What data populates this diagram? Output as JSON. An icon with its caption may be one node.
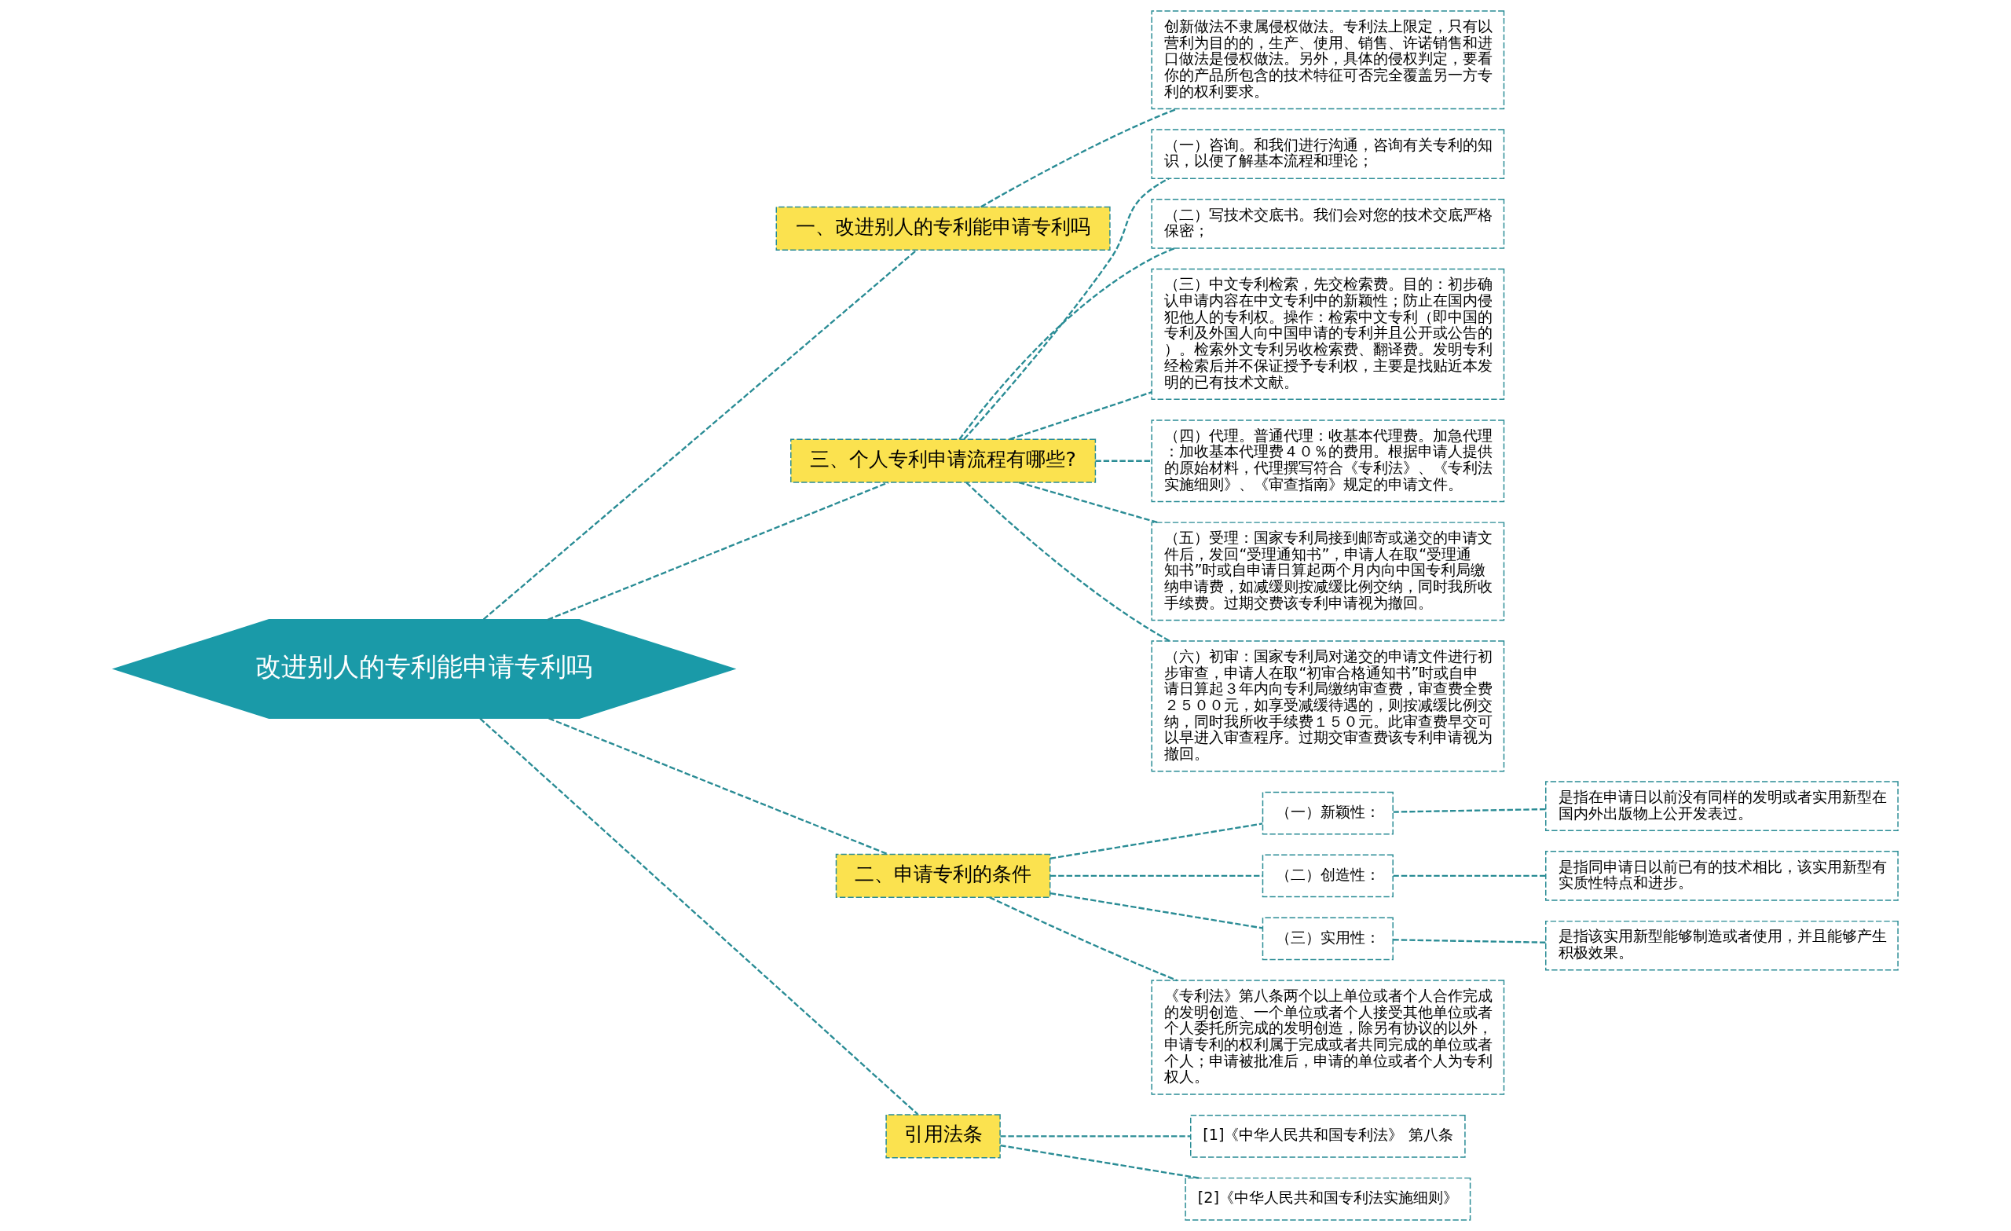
{
  "diagram": {
    "nodes": [
      {
        "text": [
          "改进别人的专利能申请专利吗"
        ]
      },
      {
        "text": [
          "一、改进别人的专利能申请专利吗"
        ]
      },
      {
        "text": [
          "创新做法不隶属侵权做法。专利法上限定，只有以营利为目的的，生产、使用、销售、许诺销售和进口做法是侵权做法。另外，具体的侵权判定，要看你的产品所包含的技术特征可否完全覆盖另一方专利的权利要求。"
        ]
      },
      {
        "text": [
          "三、个人专利申请流程有哪些?"
        ]
      },
      {
        "text": [
          "（一）咨询。和我们进行沟通，咨询有关专利的知识，以便了解基本流程和理论；"
        ]
      },
      {
        "text": [
          "（二）写技术交底书。我们会对您的技术交底严格保密；"
        ]
      },
      {
        "text": [
          "（三）中文专利检索，先交检索费。目的：初步确认申请内容在中文专利中的新颖性；防止在国内侵犯他人的专利权。操作：检索中文专利（即中国的专利及外国人向中国申请的专利并且公开或公告的）。检索外文专利另收检索费、翻译费。发明专利经检索后并不保证授予专利权，主要是找贴近本发明的已有技术文献。"
        ]
      },
      {
        "text": [
          "（四）代理。普通代理：收基本代理费。加急代理：加收基本代理费４０％的费用。根据申请人提供的原始材料，代理撰写符合《专利法》、《专利法实施细则》、《审查指南》规定的申请文件。"
        ]
      },
      {
        "text": [
          "（五）受理：国家专利局接到邮寄或递交的申请文件后，发回“受理通知书”，申请人在取“受理通知书”时或自申请日算起两个月内向中国专利局缴纳申请费，如减缓则按减缓比例交纳，同时我所收手续费。过期交费该专利申请视为撤回。"
        ]
      },
      {
        "text": [
          "（六）初审：国家专利局对递交的申请文件进行初步审查，申请人在取“初审合格通知书”时或自申请日算起３年内向专利局缴纳审查费，审查费全费２５００元，如享受减缓待遇的，则按减缓比例交纳，同时我所收手续费１５０元。此审查费早交可以早进入审查程序。过期交审查费该专利申请视为撤回。"
        ]
      },
      {
        "text": [
          "二、申请专利的条件"
        ]
      },
      {
        "text": [
          "（一）新颖性："
        ]
      },
      {
        "text": [
          "是指在申请日以前没有同样的发明或者实用新型在国内外出版物上公开发表过。"
        ]
      },
      {
        "text": [
          "（二）创造性："
        ]
      },
      {
        "text": [
          "是指同申请日以前已有的技术相比，该实用新型有实质性特点和进步。"
        ]
      },
      {
        "text": [
          "（三）实用性："
        ]
      },
      {
        "text": [
          "是指该实用新型能够制造或者使用，并且能够产生积极效果。"
        ]
      },
      {
        "text": [
          "《专利法》第八条两个以上单位或者个人合作完成的发明创造、一个单位或者个人接受其他单位或者个人委托所完成的发明创造，除另有协议的以外，申请专利的权利属于完成或者共同完成的单位或者个人；申请被批准后，申请的单位或者个人为专利权人。"
        ]
      },
      {
        "text": [
          "引用法条"
        ]
      },
      {
        "text": [
          "[1]《中华人民共和国专利法》 第八条"
        ]
      },
      {
        "text": [
          "[2]《中华人民共和国专利法实施细则》"
        ]
      }
    ],
    "edges": [
      {
        "from": 0,
        "to": 1,
        "arrow": "none",
        "style": "dashed"
      },
      {
        "from": 1,
        "to": 2,
        "arrow": "none",
        "style": "dashed"
      },
      {
        "from": 0,
        "to": 3,
        "arrow": "none",
        "style": "dashed"
      },
      {
        "from": 3,
        "to": 4,
        "arrow": "none",
        "style": "dashed"
      },
      {
        "from": 3,
        "to": 5,
        "arrow": "none",
        "style": "dashed"
      },
      {
        "from": 3,
        "to": 6,
        "arrow": "none",
        "style": "dashed"
      },
      {
        "from": 3,
        "to": 7,
        "arrow": "none",
        "style": "dashed"
      },
      {
        "from": 3,
        "to": 8,
        "arrow": "none",
        "style": "dashed"
      },
      {
        "from": 3,
        "to": 9,
        "arrow": "none",
        "style": "dashed"
      },
      {
        "from": 0,
        "to": 10,
        "arrow": "none",
        "style": "dashed"
      },
      {
        "from": 10,
        "to": 11,
        "arrow": "none",
        "style": "dashed"
      },
      {
        "from": 11,
        "to": 12,
        "arrow": "none",
        "style": "dashed"
      },
      {
        "from": 10,
        "to": 13,
        "arrow": "none",
        "style": "dashed"
      },
      {
        "from": 13,
        "to": 14,
        "arrow": "none",
        "style": "dashed"
      },
      {
        "from": 10,
        "to": 15,
        "arrow": "none",
        "style": "dashed"
      },
      {
        "from": 15,
        "to": 16,
        "arrow": "none",
        "style": "dashed"
      },
      {
        "from": 10,
        "to": 17,
        "arrow": "none",
        "style": "dashed"
      },
      {
        "from": 0,
        "to": 18,
        "arrow": "none",
        "style": "dashed"
      },
      {
        "from": 18,
        "to": 19,
        "arrow": "none",
        "style": "dashed"
      },
      {
        "from": 18,
        "to": 20,
        "arrow": "none",
        "style": "dashed"
      }
    ]
  }
}
